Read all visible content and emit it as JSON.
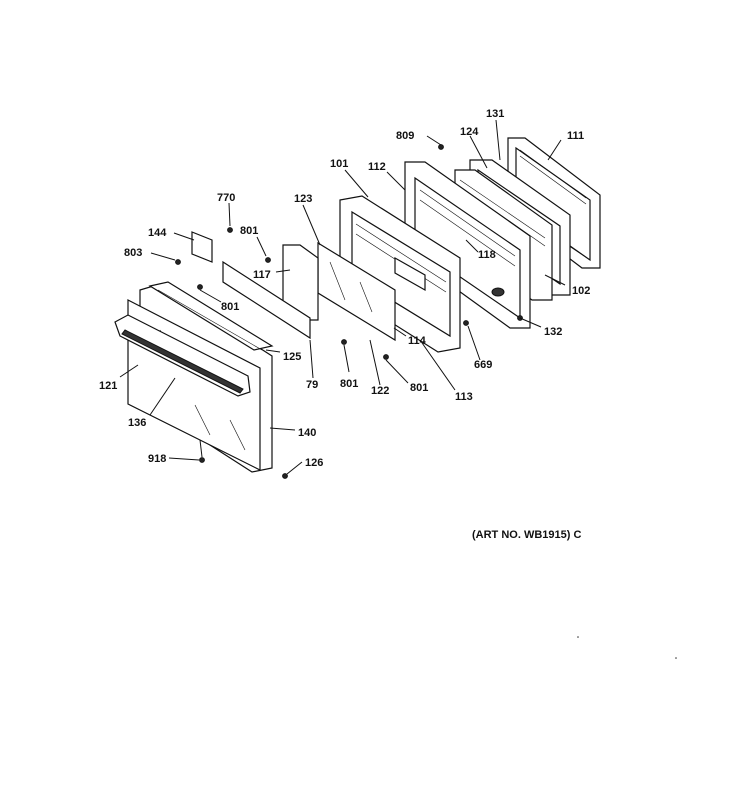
{
  "diagram": {
    "labels": {
      "l111": "111",
      "l131": "131",
      "l124": "124",
      "l809": "809",
      "l101": "101",
      "l112": "112",
      "l123": "123",
      "l770": "770",
      "l144": "144",
      "l801a": "801",
      "l803": "803",
      "l117": "117",
      "l118": "118",
      "l102": "102",
      "l801b": "801",
      "l132": "132",
      "l114": "114",
      "l125": "125",
      "l669": "669",
      "l79": "79",
      "l801c": "801",
      "l122": "122",
      "l801d": "801",
      "l113": "113",
      "l121": "121",
      "l136": "136",
      "l140": "140",
      "l918": "918",
      "l126": "126"
    },
    "art_number": "(ART NO. WB1915) C"
  }
}
